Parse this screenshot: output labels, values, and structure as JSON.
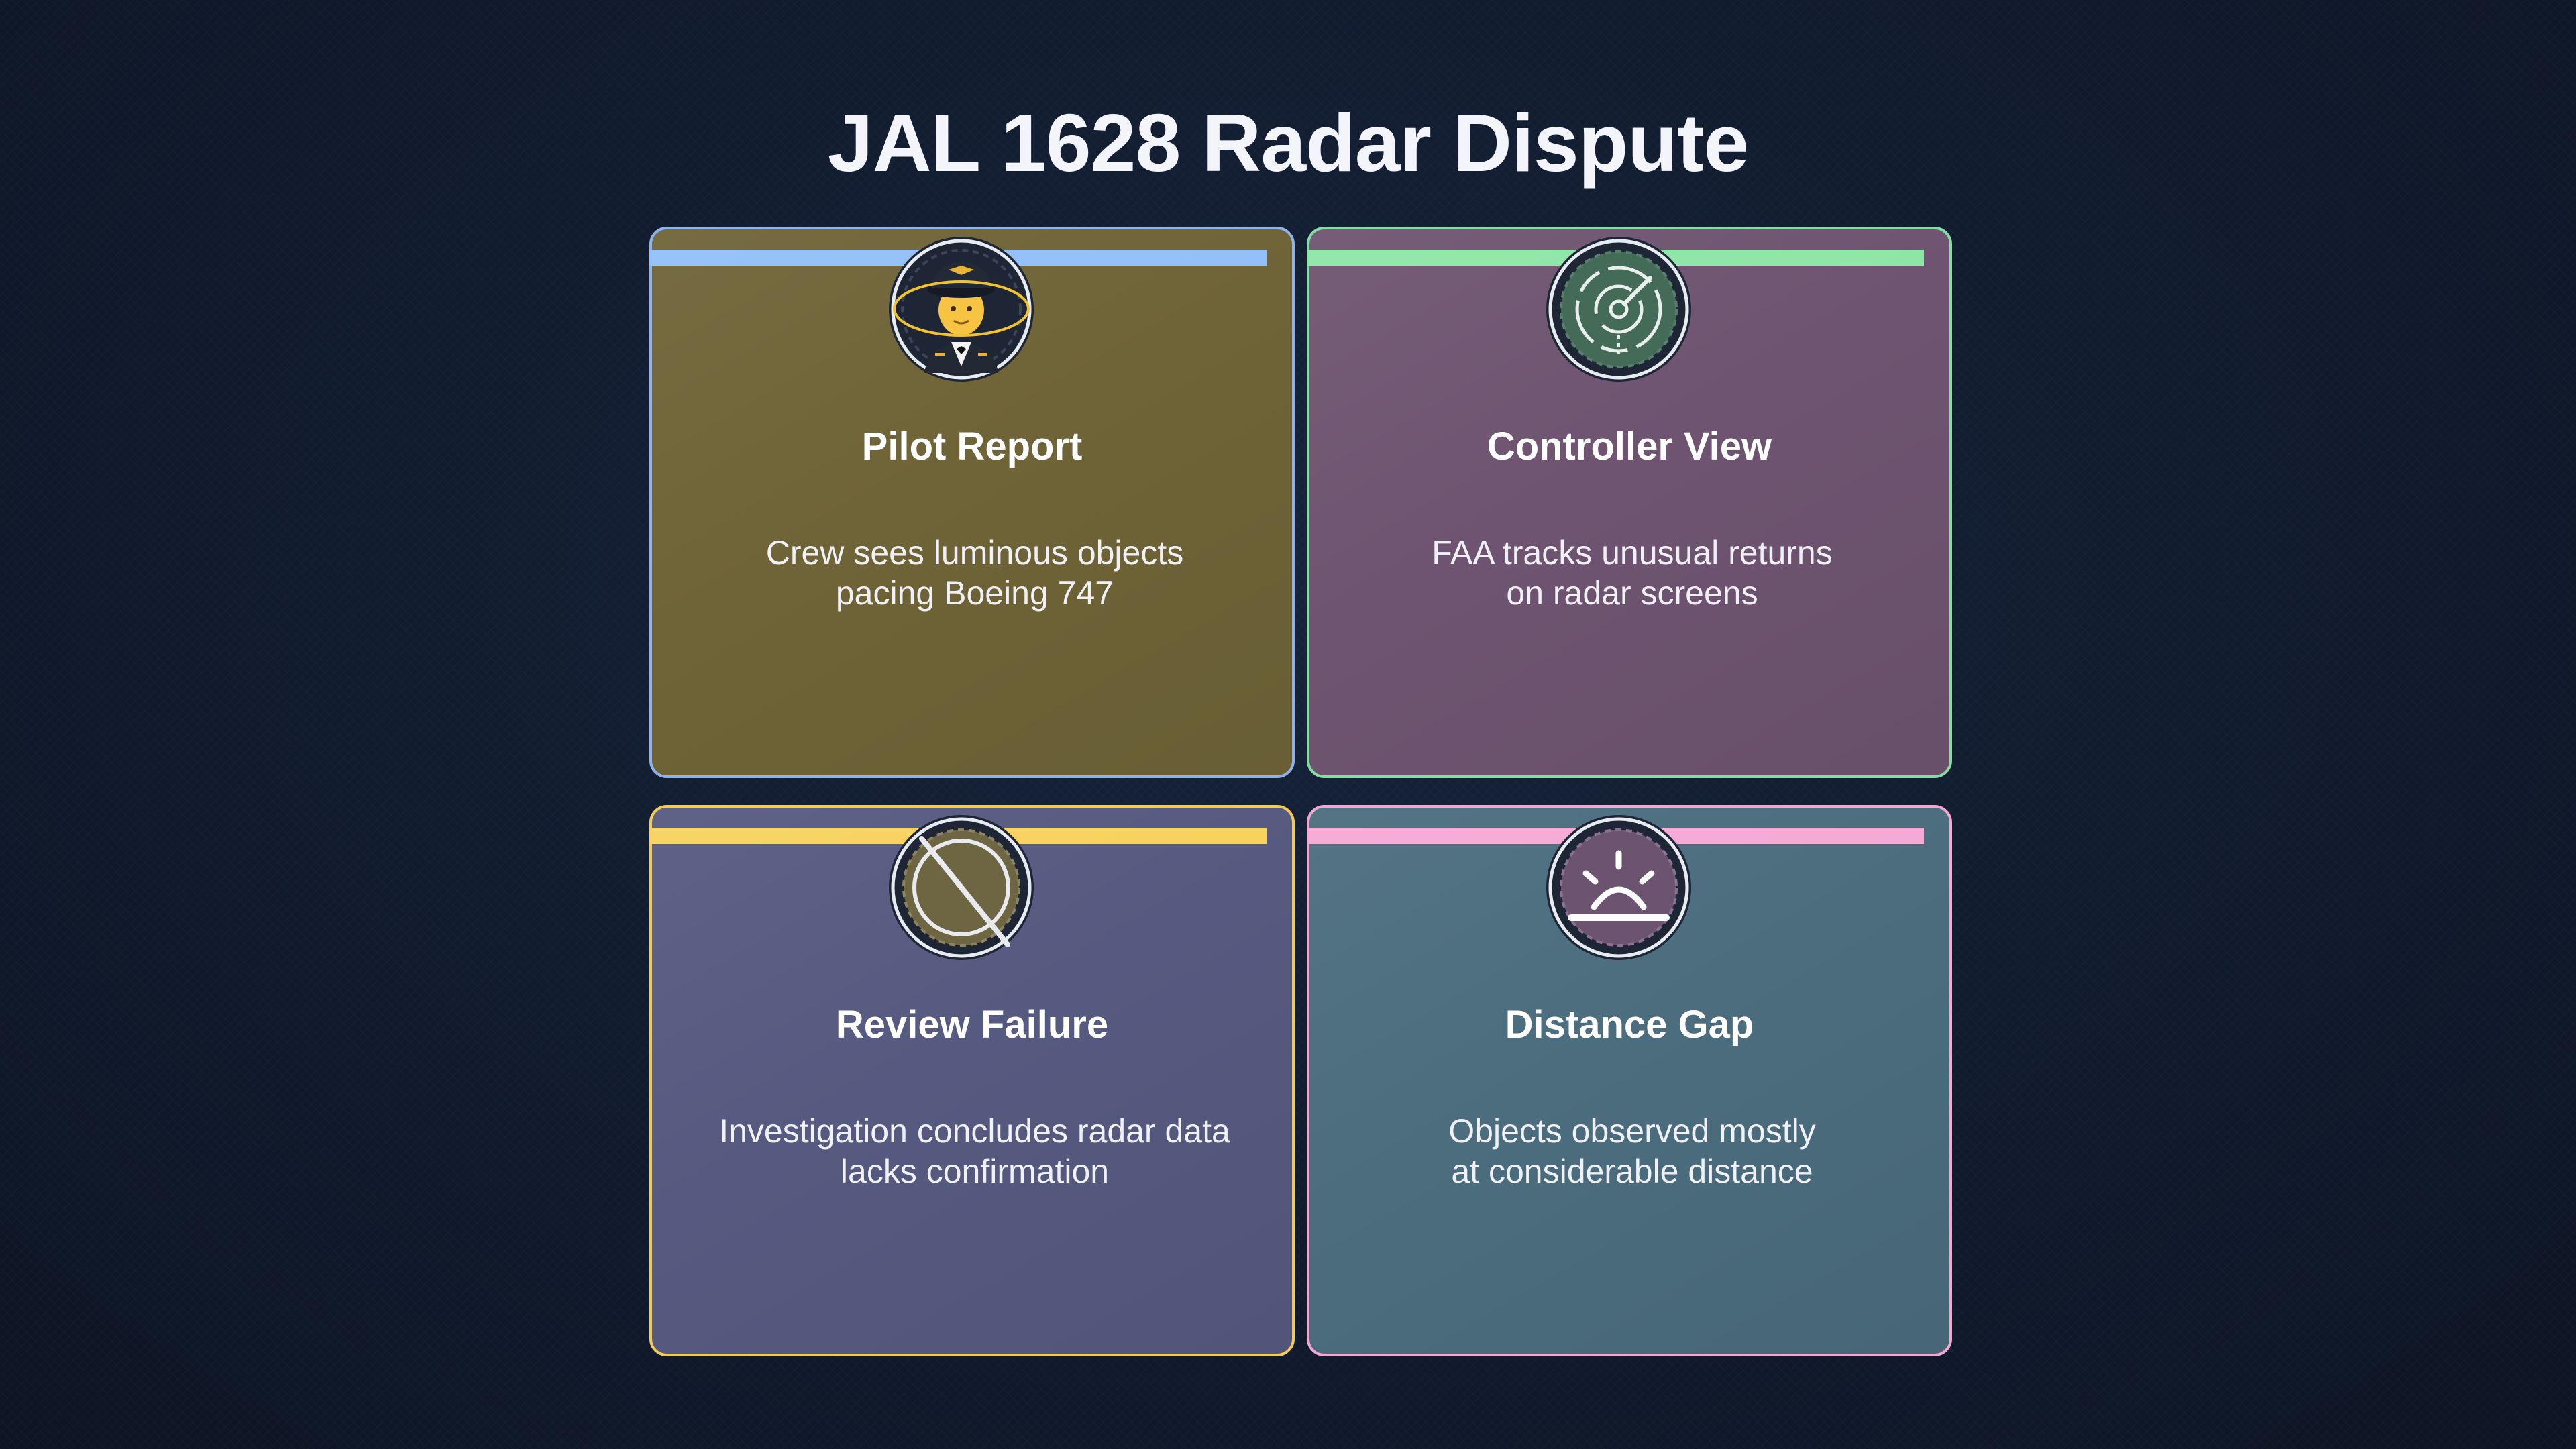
{
  "page": {
    "title": "JAL 1628 Radar Dispute"
  },
  "colors": {
    "background": "#111b2e",
    "title_text": "#f3f5fa"
  },
  "cards": [
    {
      "title": "Pilot Report",
      "desc_lines": [
        "Crew sees luminous objects",
        "pacing Boeing 747"
      ],
      "icon": "pilot-icon",
      "fill": "#6f6437",
      "border": "#8fb3e8",
      "accent": "#93c0f8"
    },
    {
      "title": "Controller View",
      "desc_lines": [
        "FAA tracks unusual returns",
        "on radar screens"
      ],
      "icon": "radar-icon",
      "fill": "#6e5470",
      "border": "#86dca4",
      "accent": "#8ee6a6"
    },
    {
      "title": "Review Failure",
      "desc_lines": [
        "Investigation concludes radar data",
        "lacks confirmation"
      ],
      "icon": "prohibited-icon",
      "fill": "#575a80",
      "border": "#f2cb56",
      "accent": "#f8d25e"
    },
    {
      "title": "Distance Gap",
      "desc_lines": [
        "Objects observed mostly",
        "at considerable distance"
      ],
      "icon": "horizon-icon",
      "fill": "#4b6d7e",
      "border": "#f0a7d2",
      "accent": "#f5a9d6"
    }
  ]
}
